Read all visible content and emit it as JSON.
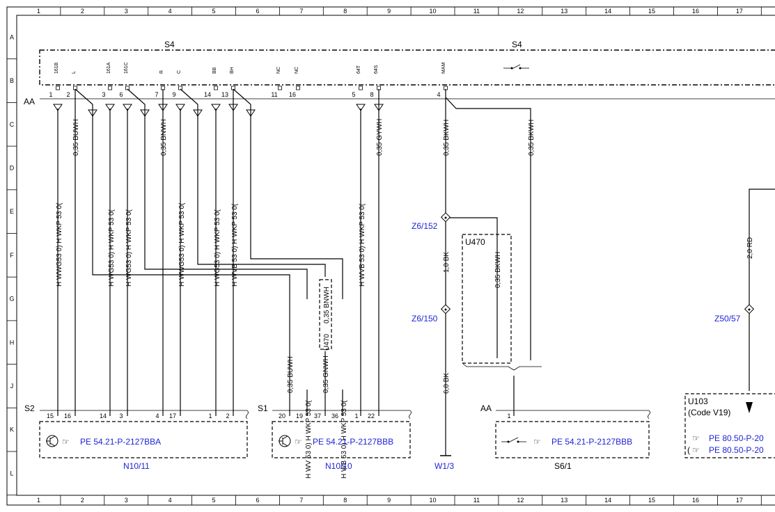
{
  "grid": {
    "columns": [
      "1",
      "2",
      "3",
      "4",
      "5",
      "6",
      "7",
      "8",
      "9",
      "10",
      "11",
      "12",
      "13",
      "14",
      "15",
      "16",
      "17"
    ],
    "rows": [
      "A",
      "B",
      "C",
      "D",
      "E",
      "F",
      "G",
      "H",
      "J",
      "K",
      "L"
    ]
  },
  "bus": {
    "name_left": "S4",
    "name_right": "S4",
    "connector": "AA",
    "pin_labels": [
      "161B",
      "L",
      "161A",
      "161C",
      "R",
      "C",
      "BB",
      "BH",
      "NC",
      "NC",
      "64T",
      "64S",
      "MAM"
    ],
    "pin_numbers": [
      "1",
      "2",
      "3",
      "6",
      "7",
      "9",
      "14",
      "13",
      "11",
      "16",
      "5",
      "8",
      "4"
    ]
  },
  "wires": {
    "w_buwh": "0,35 BUWH",
    "w_bnwh": "0,35 BNWH",
    "w_gywh": "0,35 GYWH",
    "w_bkwh_a": "0,35 BKWH",
    "w_bkwh_b": "0,35 BKWH",
    "w_bkwh_u470": "0,35 BKWH",
    "w_bnwh_u470": "0,35 BNWH",
    "w_buwh_s1": "0,35 BUWH",
    "w_gnwh_s1": "0,35 GNWH",
    "w_1bk": "1,0 BK",
    "w_6bk": "6,0 BK",
    "w_2rd": "2,0 RD",
    "hw1": "H WWG53 0) H WKP 53 0(",
    "hw2": "H WG53 0) H WKP 53 0(",
    "hw3": "H WG53 0) H WKP 53 0(",
    "hw4": "H WWG53 0) H WKP 53 0(",
    "hw5": "H WG53 0) H WKP 53 0(",
    "hw6": "H WVB 53 0) H WKP 53 0(",
    "hw7": "H WVB 53 0) H WKP 53 0(",
    "hw8": "H WV 53 0) H WKP 53 0(",
    "hw9": "H WB 53 0) H WKP 53 0("
  },
  "splices": {
    "z6_152": "Z6/152",
    "z6_150": "Z6/150",
    "z50_57": "Z50/57",
    "u470_a": "U470",
    "u470_b": "U470"
  },
  "components": {
    "s2": {
      "connector": "S2",
      "pins": [
        "15",
        "16",
        "14",
        "3",
        "4",
        "17",
        "1",
        "2"
      ],
      "ref": "PE 54.21-P-2127BBA",
      "name": "N10/11"
    },
    "s1": {
      "connector": "S1",
      "pins": [
        "20",
        "19",
        "37",
        "36",
        "1",
        "22"
      ],
      "ref": "PE 54.21-P-2127BBB",
      "name": "N10/10"
    },
    "s61": {
      "connector": "AA",
      "pins": [
        "1"
      ],
      "ref": "PE 54.21-P-2127BBB",
      "name": "S6/1"
    },
    "w13": {
      "name": "W1/3"
    },
    "u103": {
      "title": "U103",
      "subtitle": "(Code V19)",
      "ref1": "PE 80.50-P-20",
      "ref2_prefix": "(",
      "ref2": "PE 80.50-P-20"
    }
  },
  "icons": [
    "transistor-icon",
    "pointing-hand-icon",
    "switch-icon"
  ],
  "colors": {
    "link": "#1f23d6",
    "line": "#000000",
    "background": "#ffffff"
  }
}
